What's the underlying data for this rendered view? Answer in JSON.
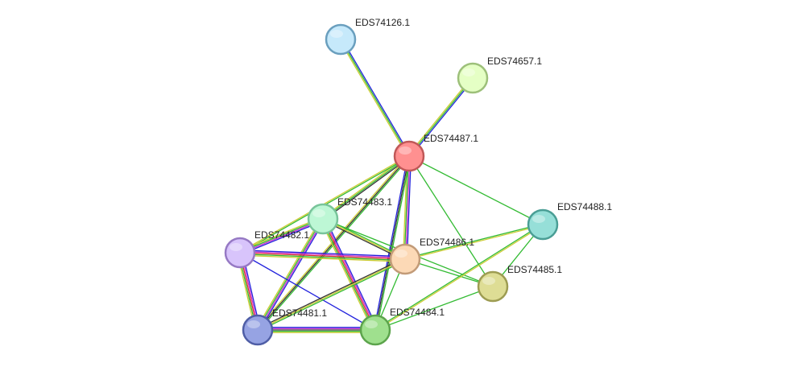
{
  "nodes": [
    {
      "id": "EDS74126.1",
      "label": "EDS74126.1",
      "fill": "#c6e9fb",
      "stroke": "#6a9fbe"
    },
    {
      "id": "EDS74657.1",
      "label": "EDS74657.1",
      "fill": "#e5ffc5",
      "stroke": "#9dc07a"
    },
    {
      "id": "EDS74487.1",
      "label": "EDS74487.1",
      "fill": "#ff9090",
      "stroke": "#c05858"
    },
    {
      "id": "EDS74483.1",
      "label": "EDS74483.1",
      "fill": "#bdf7d5",
      "stroke": "#78c49a"
    },
    {
      "id": "EDS74488.1",
      "label": "EDS74488.1",
      "fill": "#96dfd8",
      "stroke": "#4a9e95"
    },
    {
      "id": "EDS74482.1",
      "label": "EDS74482.1",
      "fill": "#d8c4fb",
      "stroke": "#9679c4"
    },
    {
      "id": "EDS74486.1",
      "label": "EDS74486.1",
      "fill": "#fcd9b6",
      "stroke": "#c29b78"
    },
    {
      "id": "EDS74485.1",
      "label": "EDS74485.1",
      "fill": "#dedd95",
      "stroke": "#9d9c52"
    },
    {
      "id": "EDS74481.1",
      "label": "EDS74481.1",
      "fill": "#96a3e3",
      "stroke": "#4f5ea6"
    },
    {
      "id": "EDS74484.1",
      "label": "EDS74484.1",
      "fill": "#9fe08e",
      "stroke": "#5ca44c"
    }
  ],
  "edges": [
    {
      "source": "EDS74126.1",
      "target": "EDS74487.1",
      "colors": [
        "#2222dd",
        "#33bb33",
        "#cccc33"
      ]
    },
    {
      "source": "EDS74657.1",
      "target": "EDS74487.1",
      "colors": [
        "#2222dd",
        "#33bb33",
        "#cccc33"
      ]
    },
    {
      "source": "EDS74487.1",
      "target": "EDS74483.1",
      "colors": [
        "#333333",
        "#33bb33",
        "#cccc33"
      ]
    },
    {
      "source": "EDS74487.1",
      "target": "EDS74482.1",
      "colors": [
        "#33bb33",
        "#cccc33"
      ]
    },
    {
      "source": "EDS74487.1",
      "target": "EDS74486.1",
      "colors": [
        "#2222dd",
        "#cc33cc",
        "#33bb33",
        "#cccc33"
      ]
    },
    {
      "source": "EDS74487.1",
      "target": "EDS74481.1",
      "colors": [
        "#33bb33",
        "#333333",
        "#cccc33"
      ]
    },
    {
      "source": "EDS74487.1",
      "target": "EDS74484.1",
      "colors": [
        "#33bb33",
        "#333333",
        "#2222dd"
      ]
    },
    {
      "source": "EDS74487.1",
      "target": "EDS74488.1",
      "colors": [
        "#33bb33"
      ]
    },
    {
      "source": "EDS74487.1",
      "target": "EDS74485.1",
      "colors": [
        "#33bb33"
      ]
    },
    {
      "source": "EDS74483.1",
      "target": "EDS74482.1",
      "colors": [
        "#2222dd",
        "#cc33cc",
        "#33bb33",
        "#cccc33"
      ]
    },
    {
      "source": "EDS74483.1",
      "target": "EDS74486.1",
      "colors": [
        "#33bb33",
        "#cccc33",
        "#333333"
      ]
    },
    {
      "source": "EDS74483.1",
      "target": "EDS74481.1",
      "colors": [
        "#2222dd",
        "#cc33cc",
        "#33bb33",
        "#cccc33"
      ]
    },
    {
      "source": "EDS74483.1",
      "target": "EDS74484.1",
      "colors": [
        "#2222dd",
        "#cc33cc",
        "#dd3333",
        "#33bb33",
        "#cccc33"
      ]
    },
    {
      "source": "EDS74483.1",
      "target": "EDS74485.1",
      "colors": [
        "#33bb33"
      ]
    },
    {
      "source": "EDS74482.1",
      "target": "EDS74486.1",
      "colors": [
        "#2222dd",
        "#cc33cc",
        "#dd3333",
        "#33bb33",
        "#cccc33"
      ]
    },
    {
      "source": "EDS74482.1",
      "target": "EDS74481.1",
      "colors": [
        "#2222dd",
        "#cc33cc",
        "#dd3333",
        "#33bb33",
        "#cccc33"
      ]
    },
    {
      "source": "EDS74482.1",
      "target": "EDS74484.1",
      "colors": [
        "#2222dd"
      ]
    },
    {
      "source": "EDS74486.1",
      "target": "EDS74481.1",
      "colors": [
        "#33bb33",
        "#cccc33",
        "#333333"
      ]
    },
    {
      "source": "EDS74486.1",
      "target": "EDS74484.1",
      "colors": [
        "#33bb33"
      ]
    },
    {
      "source": "EDS74486.1",
      "target": "EDS74488.1",
      "colors": [
        "#33bb33",
        "#cccc33"
      ]
    },
    {
      "source": "EDS74486.1",
      "target": "EDS74485.1",
      "colors": [
        "#33bb33"
      ]
    },
    {
      "source": "EDS74481.1",
      "target": "EDS74484.1",
      "colors": [
        "#2222dd",
        "#cc33cc",
        "#333333",
        "#33bb33",
        "#cccc33"
      ]
    },
    {
      "source": "EDS74484.1",
      "target": "EDS74488.1",
      "colors": [
        "#33bb33",
        "#cccc33"
      ]
    },
    {
      "source": "EDS74484.1",
      "target": "EDS74485.1",
      "colors": [
        "#33bb33"
      ]
    },
    {
      "source": "EDS74488.1",
      "target": "EDS74485.1",
      "colors": [
        "#33bb33"
      ]
    }
  ]
}
